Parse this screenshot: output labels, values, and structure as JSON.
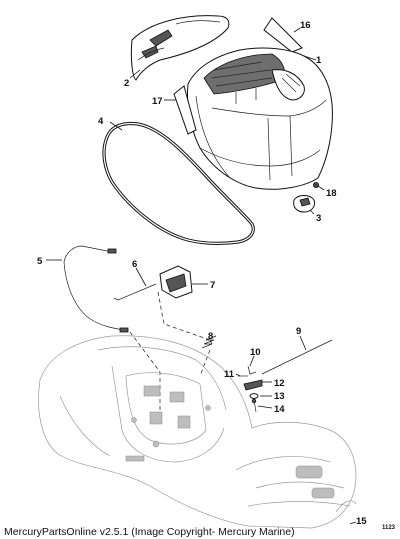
{
  "callouts": {
    "c1": "1",
    "c2": "2",
    "c3": "3",
    "c4": "4",
    "c5": "5",
    "c6": "6",
    "c7": "7",
    "c8": "8",
    "c9": "9",
    "c10": "10",
    "c11": "11",
    "c12": "12",
    "c13": "13",
    "c14": "14",
    "c15": "15",
    "c16": "16",
    "c17": "17",
    "c18": "18"
  },
  "footer": {
    "copyright": "MercuryPartsOnline v2.5.1 (Image Copyright- Mercury Marine)",
    "figure_number": "1123"
  }
}
